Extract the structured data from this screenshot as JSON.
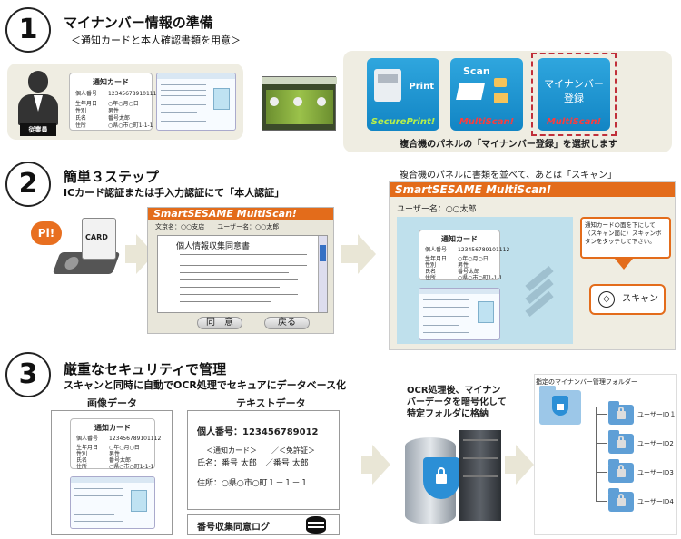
{
  "step1": {
    "number": "1",
    "title": "マイナンバー情報の準備",
    "subtitle": "＜通知カードと本人確認書類を用意＞",
    "employee_label": "従業員",
    "notice_card": {
      "title": "通知カード",
      "rows": [
        "個人番号　　123456789101112",
        "生年月日　　○年○月○日",
        "性別　　　　男性",
        "氏名　　　　番号太郎",
        "住所　　　　○県○市○町1-1-1"
      ]
    },
    "tiles": {
      "print_label": "Print",
      "print_foot": "SecurePrint!",
      "scan_label": "Scan",
      "scan_foot": "MultiScan!",
      "my_label_line1": "マイナンバー",
      "my_label_line2": "登録",
      "my_foot": "MultiScan!"
    },
    "caption": "複合機のパネルの「マイナンバー登録」を選択します"
  },
  "step2": {
    "number": "2",
    "title": "簡単３ステップ",
    "subtitle": "ICカード認証または手入力認証にて「本人認証」",
    "bubble": "Pi!",
    "card_text": "CARD",
    "consent_panel": {
      "header": "SmartSESAME MultiScan!",
      "info": "文京名：○○支店　　ユーザー名：○○太郎",
      "doc_title": "個人情報収集同意書",
      "agree_button": "同　意",
      "back_button": "戻る"
    },
    "right_caption": "複合機のパネルに書類を並べて、あとは「スキャン」",
    "scan_panel": {
      "header": "SmartSESAME MultiScan!",
      "user": "ユーザー名：○○太郎",
      "instruction": "通知カードの面を下にして（スキャン面に）スキャンボタンをタッチして下さい。",
      "scan_button": "スキャン"
    }
  },
  "step3": {
    "number": "3",
    "title": "厳重なセキュリティで管理",
    "subtitle": "スキャンと同時に自動でOCR処理でセキュアにデータベース化",
    "image_data_label": "画像データ",
    "text_data_label": "テキストデータ",
    "text_data": {
      "number": "個人番号：123456789012",
      "docs": "＜通知カード＞　　／＜免許証＞",
      "name": "氏名：番号 太郎　／番号 太郎",
      "address": "住所：○県○市○町１－１－１"
    },
    "log_label": "番号収集同意ログ",
    "ocr_caption_line1": "OCR処理後、マイナン",
    "ocr_caption_line2": "バーデータを暗号化して",
    "ocr_caption_line3": "特定フォルダに格納",
    "folder_title": "指定のマイナンバー管理フォルダー",
    "users": [
      "ユーザーID１",
      "ユーザーID2",
      "ユーザーID3",
      "ユーザーID4"
    ]
  },
  "colors": {
    "orange": "#e36c1b",
    "blue_tile": "#1e90d0",
    "dashed_red": "#c0303a",
    "beige": "#efede2"
  }
}
